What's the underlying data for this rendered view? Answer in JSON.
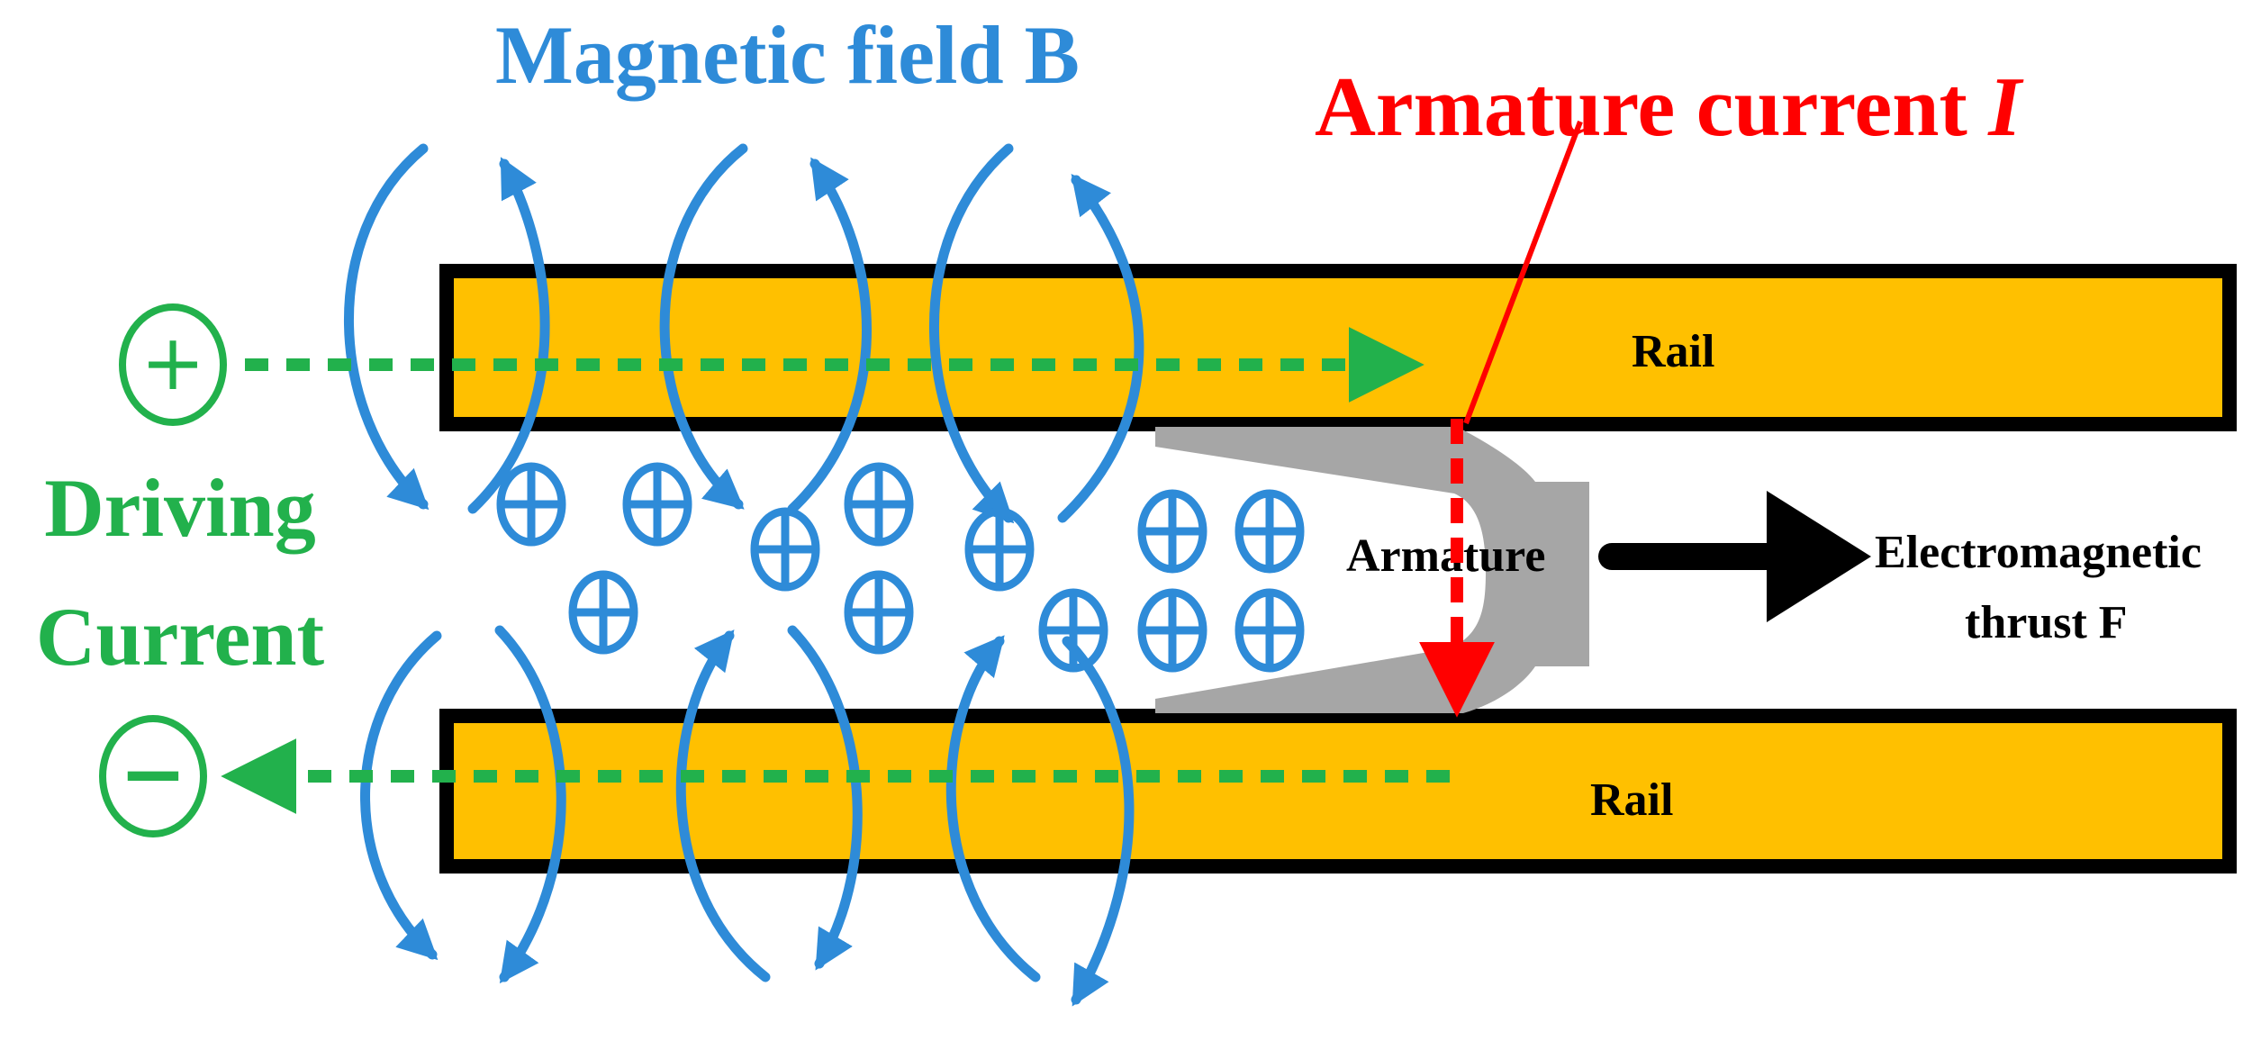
{
  "labels": {
    "magnetic_field": "Magnetic field B",
    "armature_current": "Armature current ",
    "armature_current_symbol": "I",
    "rail_top": "Rail",
    "rail_bottom": "Rail",
    "armature": "Armature",
    "thrust_line1": "Electromagnetic",
    "thrust_line2": "thrust F",
    "driving_line1": "Driving",
    "driving_line2": "Current"
  },
  "terminals": {
    "positive": "+",
    "negative": "−"
  },
  "colors": {
    "rail_fill": "#FFC000",
    "outline": "#000000",
    "field": "#2E8BD8",
    "driving": "#22B14C",
    "armature_current": "#FF0000",
    "armature_fill": "#A6A6A6"
  }
}
